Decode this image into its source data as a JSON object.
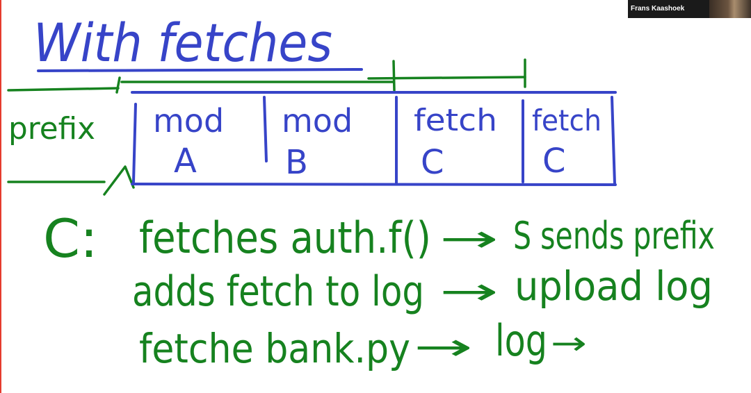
{
  "whiteboard": {
    "title": "With fetches",
    "prefix_label": "prefix",
    "columns": [
      {
        "top": "mod",
        "bottom": "A"
      },
      {
        "top": "mod",
        "bottom": "B"
      },
      {
        "top": "fetch",
        "bottom": "C"
      },
      {
        "top": "fetch",
        "bottom": "C"
      }
    ],
    "client_label": "C:",
    "notes": [
      {
        "text": "fetches auth.f()",
        "result": "S sends prefix"
      },
      {
        "text": "adds fetch to log",
        "result": "upload log"
      },
      {
        "text": "fetche bank.py",
        "result": "log"
      }
    ],
    "arrow_symbol": "→",
    "ink_colors": {
      "blue": "#3744c8",
      "green": "#16821f",
      "edge": "#e53b2e"
    }
  },
  "participant": {
    "name": "Frans Kaashoek"
  }
}
